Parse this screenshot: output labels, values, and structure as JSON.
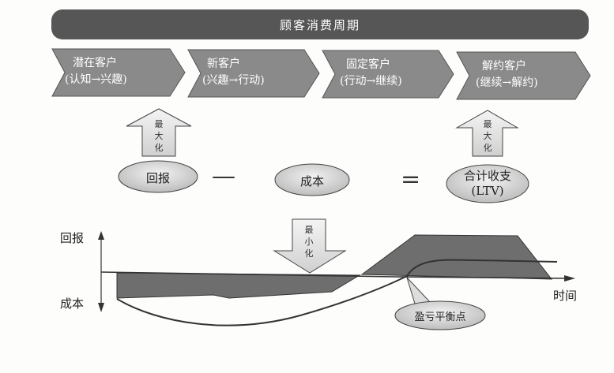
{
  "banner": {
    "title": "顾客消费周期"
  },
  "stages": [
    {
      "name": "潜在客户",
      "transition": "(认知→兴趣)"
    },
    {
      "name": "新客户",
      "transition": "(兴趣→行动)"
    },
    {
      "name": "固定客户",
      "transition": "(行动→继续)"
    },
    {
      "name": "解约客户",
      "transition": "(继续→解约)"
    }
  ],
  "arrows": {
    "maximize_left": "最大化",
    "maximize_right": "最大化",
    "minimize": "最小化"
  },
  "equation": {
    "return": "回报",
    "minus": "—",
    "cost": "成本",
    "equals": "=",
    "total": "合计收支",
    "total_sub": "(LTV)"
  },
  "chart": {
    "y_top_label": "回报",
    "y_bottom_label": "成本",
    "x_label": "时间",
    "breakeven": "盈亏平衡点"
  },
  "colors": {
    "banner": "#565656",
    "chevron": "#8a8a8a",
    "area": "#6e6e6e",
    "ellipse": "#d8d8d8"
  }
}
